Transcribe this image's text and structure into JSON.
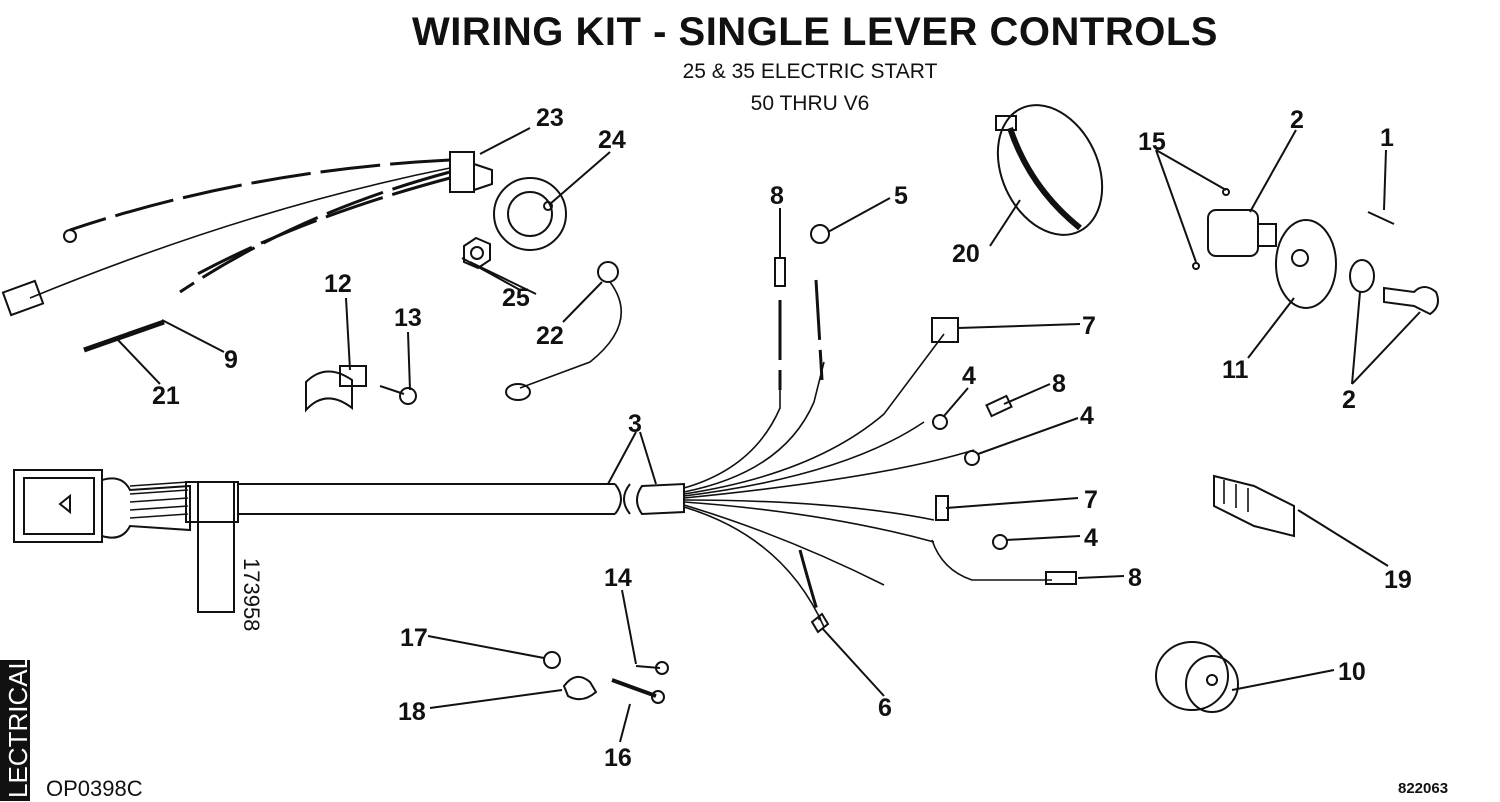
{
  "header": {
    "title": "WIRING KIT - SINGLE LEVER CONTROLS",
    "subtitle_line1": "25 & 35 ELECTRIC START",
    "subtitle_line2": "50 THRU V6"
  },
  "side_tab": {
    "label": "LECTRICAL"
  },
  "cable_part_number": "173958",
  "callouts": {
    "c1": "1",
    "c2a": "2",
    "c2b": "2",
    "c3": "3",
    "c4a": "4",
    "c4b": "4",
    "c4c": "4",
    "c5": "5",
    "c6": "6",
    "c7a": "7",
    "c7b": "7",
    "c8a": "8",
    "c8b": "8",
    "c8c": "8",
    "c9": "9",
    "c10": "10",
    "c11": "11",
    "c12": "12",
    "c13": "13",
    "c14": "14",
    "c15": "15",
    "c16": "16",
    "c17": "17",
    "c18": "18",
    "c19": "19",
    "c20": "20",
    "c21": "21",
    "c22": "22",
    "c23": "23",
    "c24": "24",
    "c25": "25"
  },
  "footer": {
    "left_code": "OP0398C",
    "right_code": "822063"
  }
}
